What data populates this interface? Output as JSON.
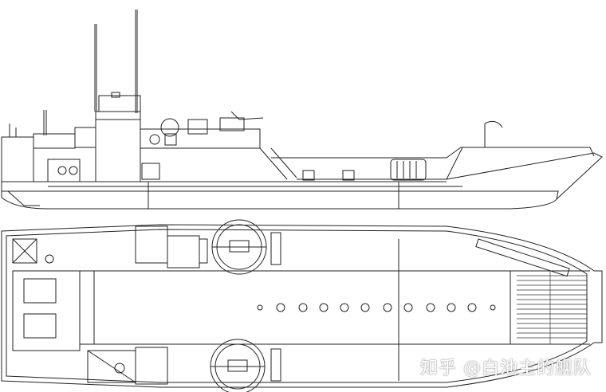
{
  "watermark": {
    "text": "知乎 @白池主的舰队"
  },
  "drawing": {
    "views": [
      "side-profile",
      "deck-plan"
    ],
    "line_color": "#222222",
    "background": "#ffffff"
  }
}
